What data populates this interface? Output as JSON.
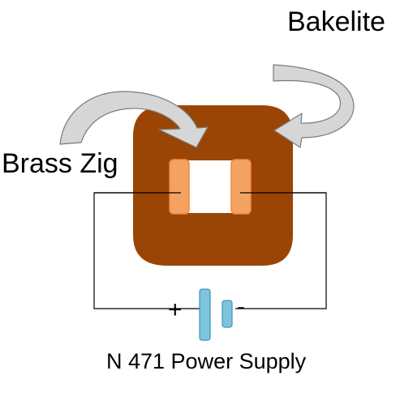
{
  "labels": {
    "bakelite": "Bakelite",
    "brass_zig": "Brass Zig",
    "plus": "+",
    "minus": "-",
    "power_supply": "N 471 Power Supply"
  },
  "colors": {
    "bakelite_block": "#9a4506",
    "window": "#ffffff",
    "brass_fill": "#f4a261",
    "brass_edge": "#f0883e",
    "arrow_fill": "#d6d6d6",
    "arrow_stroke": "#7a7a7a",
    "battery_fill": "#7ec4dc",
    "battery_edge": "#3d93b3",
    "wire": "#000000"
  },
  "icons": {
    "left_arrow": "curved-arrow-icon",
    "right_arrow": "curved-arrow-icon",
    "battery": "battery-icon"
  }
}
